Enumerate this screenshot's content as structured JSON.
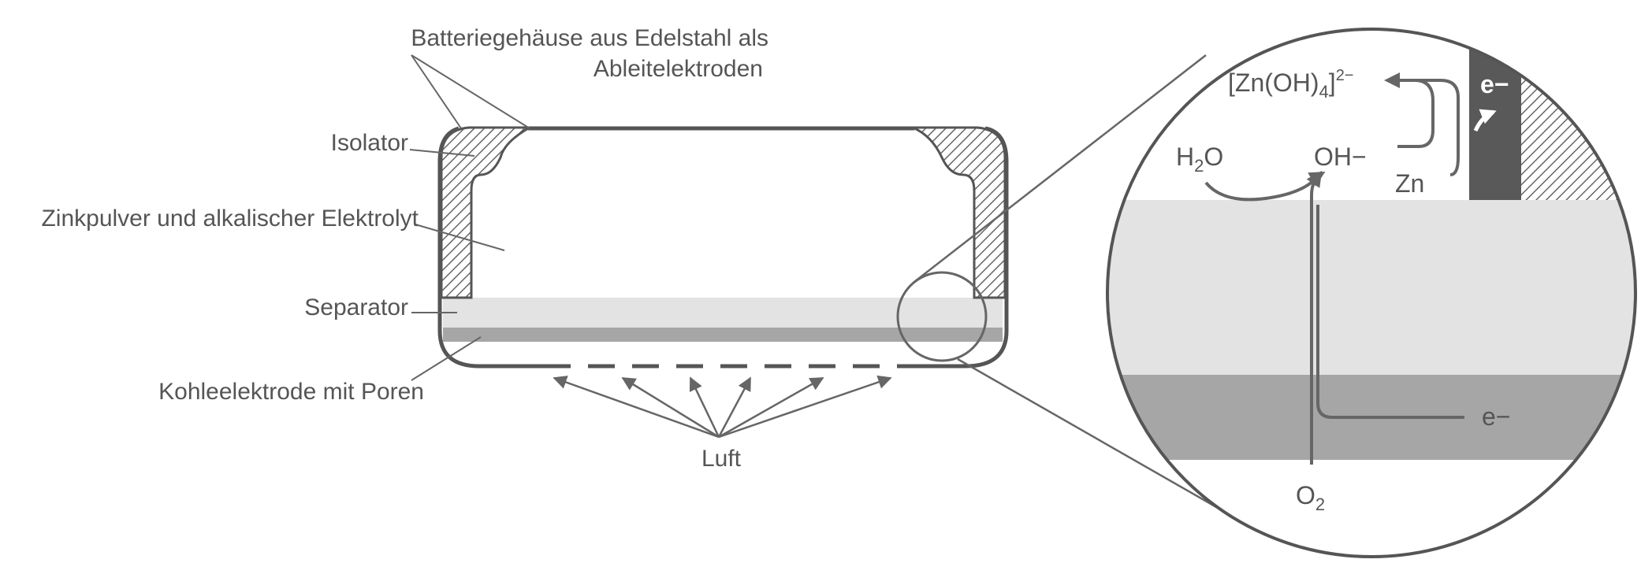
{
  "labels": {
    "housing": "Batteriegehäuse aus Edelstahl als",
    "housing2": "Ableitelektroden",
    "isolator": "Isolator",
    "zinc": "Zinkpulver und alkalischer Elektrolyt",
    "separator": "Separator",
    "carbon": "Kohleelektrode mit Poren",
    "air": "Luft"
  },
  "detail": {
    "zincate_base": "[Zn(OH)",
    "zincate_sub": "4",
    "zincate_close": "]",
    "zincate_charge": "2−",
    "water_h": "H",
    "water_sub": "2",
    "water_o": "O",
    "hydroxide": "OH−",
    "zinc": "Zn",
    "electron_top": "e−",
    "electron_bottom": "e−",
    "oxygen": "O",
    "oxygen_sub": "2"
  },
  "colors": {
    "outline": "#555555",
    "separator": "#e3e3e3",
    "carbon": "#a6a6a6",
    "collector": "#595959",
    "background": "#ffffff"
  }
}
